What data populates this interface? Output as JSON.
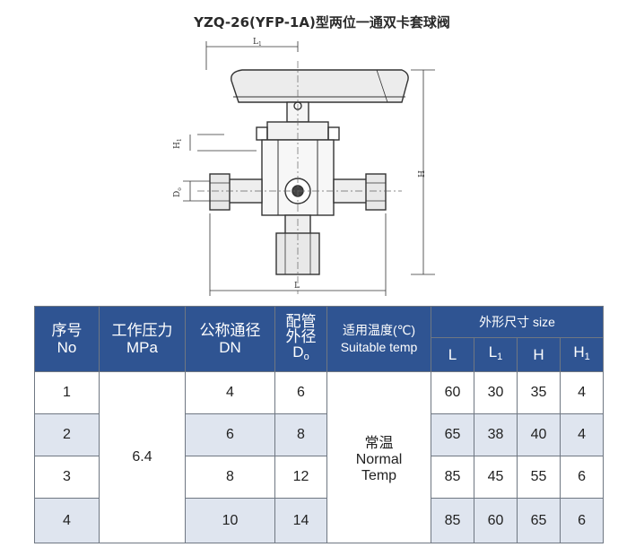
{
  "title": "YZQ-26(YFP-1A)型两位一通双卡套球阀",
  "drawing": {
    "dims": {
      "l1": "L",
      "l1_sub": "1",
      "h": "H",
      "h1": "H",
      "h1_sub": "1",
      "d0": "D",
      "d0_sub": "o",
      "l": "L"
    }
  },
  "table": {
    "headers": {
      "no_cn": "序号",
      "no_en": "No",
      "mpa_cn": "工作压力",
      "mpa_en": "MPa",
      "dn_cn": "公称通径",
      "dn_en": "DN",
      "do_cn1": "配管",
      "do_cn2": "外径",
      "do_en": "D",
      "do_sub": "o",
      "temp_cn": "适用温度(℃)",
      "temp_en": "Suitable temp",
      "size_group": "外形尺寸 size",
      "size_l": "L",
      "size_l1": "L",
      "size_l1_sub": "1",
      "size_h": "H",
      "size_h1": "H",
      "size_h1_sub": "1"
    },
    "pressure": "6.4",
    "temp_cn": "常温",
    "temp_en1": "Normal",
    "temp_en2": "Temp",
    "rows": [
      {
        "no": "1",
        "dn": "4",
        "do": "6",
        "l": "60",
        "l1": "30",
        "h": "35",
        "h1": "4"
      },
      {
        "no": "2",
        "dn": "6",
        "do": "8",
        "l": "65",
        "l1": "38",
        "h": "40",
        "h1": "4"
      },
      {
        "no": "3",
        "dn": "8",
        "do": "12",
        "l": "85",
        "l1": "45",
        "h": "55",
        "h1": "6"
      },
      {
        "no": "4",
        "dn": "10",
        "do": "14",
        "l": "85",
        "l1": "60",
        "h": "65",
        "h1": "6"
      }
    ]
  }
}
